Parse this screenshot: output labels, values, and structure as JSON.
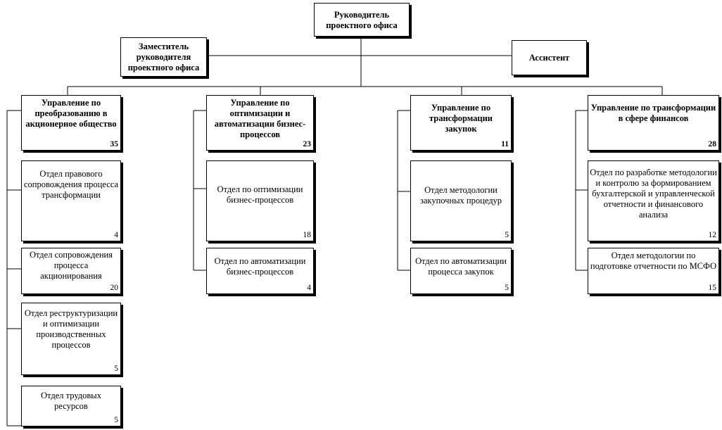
{
  "top": {
    "head": "Руководитель проектного офиса",
    "deputy": "Заместитель руководителя проектного офиса",
    "assistant": "Ассистент"
  },
  "divisions": [
    {
      "title": "Управление по преобразованию в акционерное общество",
      "count": "35",
      "departments": [
        {
          "title": "Отдел правового сопровождения процесса трансформации",
          "count": "4"
        },
        {
          "title": "Отдел сопровождения процесса акционирования",
          "count": "20"
        },
        {
          "title": "Отдел реструктуризации и оптимизации производственных процессов",
          "count": "5"
        },
        {
          "title": "Отдел трудовых ресурсов",
          "count": "5"
        }
      ]
    },
    {
      "title": "Управление по оптимизации и автоматизации бизнес-процессов",
      "count": "23",
      "departments": [
        {
          "title": "Отдел по оптимизации бизнес-процессов",
          "count": "18"
        },
        {
          "title": "Отдел по автоматизации бизнес-процессов",
          "count": "4"
        }
      ]
    },
    {
      "title": "Управление по трансформации закупок",
      "count": "11",
      "departments": [
        {
          "title": "Отдел методологии закупочных процедур",
          "count": "5"
        },
        {
          "title": "Отдел по автоматизации процесса закупок",
          "count": "5"
        }
      ]
    },
    {
      "title": "Управление по трансформации в сфере финансов",
      "count": "28",
      "departments": [
        {
          "title": "Отдел по разработке методологии и контролю за формированием бухгалтерской и управленческой отчетности и финансового анализа",
          "count": "12"
        },
        {
          "title": "Отдел методологии по подготовке отчетности по МСФО",
          "count": "15"
        }
      ]
    }
  ]
}
